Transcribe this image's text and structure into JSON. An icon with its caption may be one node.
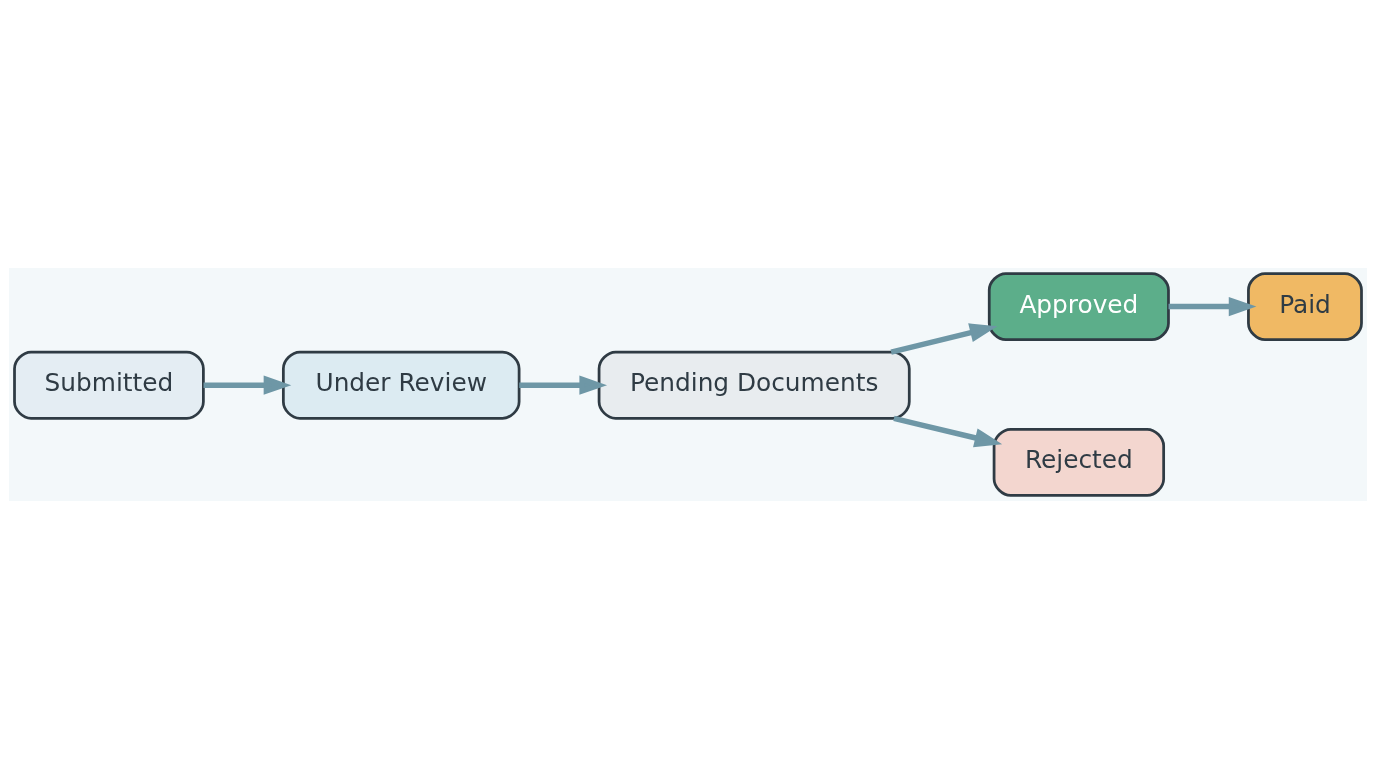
{
  "diagram": {
    "nodes": [
      {
        "text": [
          "Submitted"
        ]
      },
      {
        "text": [
          "Under Review"
        ]
      },
      {
        "text": [
          "Pending Documents"
        ]
      },
      {
        "text": [
          "Approved"
        ]
      },
      {
        "text": [
          "Rejected"
        ]
      },
      {
        "text": [
          "Paid"
        ]
      }
    ],
    "edges": [
      {
        "from": 0,
        "to": 1,
        "arrow": "to"
      },
      {
        "from": 1,
        "to": 2,
        "arrow": "to"
      },
      {
        "from": 2,
        "to": 3,
        "arrow": "to"
      },
      {
        "from": 2,
        "to": 4,
        "arrow": "to"
      },
      {
        "from": 3,
        "to": 5,
        "arrow": "to"
      }
    ]
  }
}
